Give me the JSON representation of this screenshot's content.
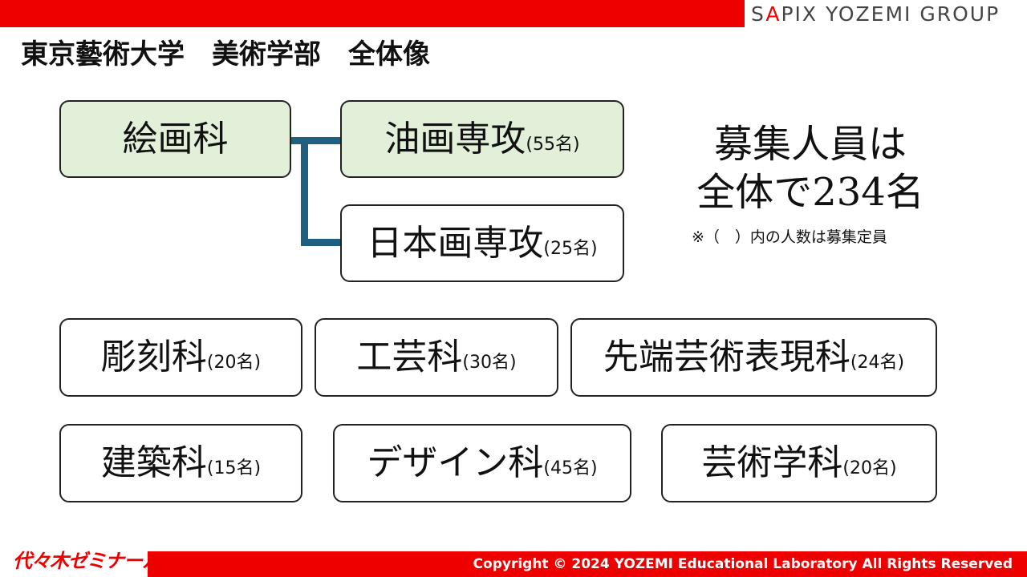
{
  "header": {
    "group_logo_pre": "S",
    "group_logo_accent": "A",
    "group_logo_post": "PIX YOZEMI GROUP",
    "title": "東京藝術大学　美術学部　全体像"
  },
  "departments": {
    "painting": {
      "main": "絵画科"
    },
    "oil": {
      "main": "油画専攻",
      "sub": "(55名)"
    },
    "japanese": {
      "main": "日本画専攻",
      "sub": "(25名)"
    },
    "sculpture": {
      "main": "彫刻科",
      "sub": "(20名)"
    },
    "craft": {
      "main": "工芸科",
      "sub": "(30名)"
    },
    "intermedia": {
      "main": "先端芸術表現科",
      "sub": "(24名)"
    },
    "architecture": {
      "main": "建築科",
      "sub": "(15名)"
    },
    "design": {
      "main": "デザイン科",
      "sub": "(45名)"
    },
    "art_studies": {
      "main": "芸術学科",
      "sub": "(20名)"
    }
  },
  "summary": {
    "line1": "募集人員は",
    "line2": "全体で234名",
    "note": "※（　）内の人数は募集定員"
  },
  "footer": {
    "logo": "代々木ゼミナール",
    "copyright": "Copyright  ©  2024  YOZEMI Educational Laboratory All Rights Reserved"
  },
  "colors": {
    "brand_red": "#ee0000",
    "box_green": "#e2f0d9",
    "connector": "#1f5f7f"
  }
}
